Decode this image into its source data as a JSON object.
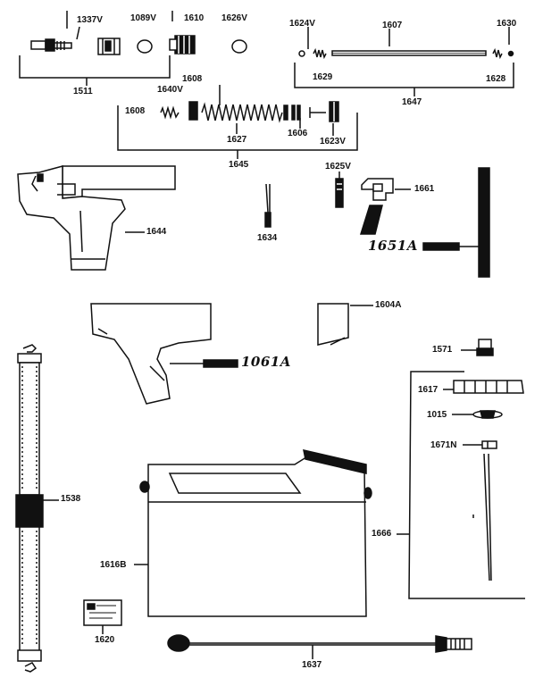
{
  "labels": {
    "p1337V": "1337V",
    "p1089V": "1089V",
    "p1610": "1610",
    "p1626V": "1626V",
    "p1511": "1511",
    "p1624V": "1624V",
    "p1607": "1607",
    "p1630": "1630",
    "p1629": "1629",
    "p1628": "1628",
    "p1647": "1647",
    "p1608top": "1608",
    "p1640V": "1640V",
    "p1608left": "1608",
    "p1627": "1627",
    "p1606": "1606",
    "p1623V": "1623V",
    "p1645": "1645",
    "p1625V": "1625V",
    "p1661": "1661",
    "p1644": "1644",
    "p1634": "1634",
    "p1651A": "1651A",
    "p1604A": "1604A",
    "p1061A": "1061A",
    "p1571": "1571",
    "p1617": "1617",
    "p1015": "1015",
    "p1671N": "1671N",
    "p1538": "1538",
    "p1666": "1666",
    "p1616B": "1616B",
    "p1620": "1620",
    "p1637": "1637"
  }
}
